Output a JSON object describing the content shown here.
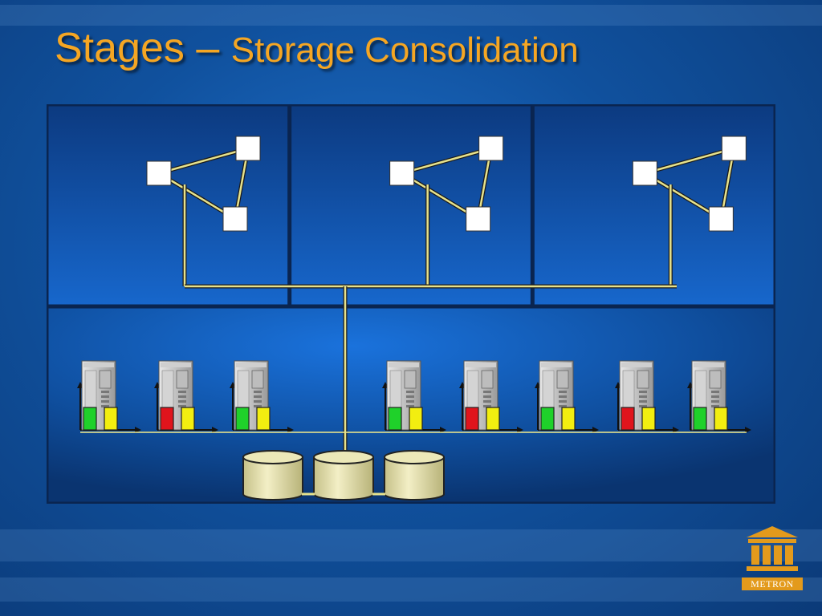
{
  "slide": {
    "title_main": "Stages – ",
    "title_sub": "Storage Consolidation",
    "logo_text": "METRON"
  },
  "colors": {
    "title": "#f5a623",
    "link": "#e6e28c",
    "panel_edge": "#0a2550",
    "status_green": "#1fd12a",
    "status_red": "#e0141c",
    "status_yellow": "#f2ee10",
    "disk": "#ece8b8",
    "logo": "#e39a1c"
  },
  "icons": [
    "network-node-icon",
    "server-tower-icon",
    "status-indicator-icon",
    "storage-disk-icon",
    "axis-arrow-icon",
    "metron-temple-logo"
  ],
  "diagram": {
    "top_panels": 3,
    "nodes_per_panel": 3,
    "servers": [
      {
        "statuses": [
          "green",
          "yellow"
        ]
      },
      {
        "statuses": [
          "red",
          "yellow"
        ]
      },
      {
        "statuses": [
          "green",
          "yellow"
        ]
      },
      {
        "statuses": [
          "green",
          "yellow"
        ]
      },
      {
        "statuses": [
          "red",
          "yellow"
        ]
      },
      {
        "statuses": [
          "green",
          "yellow"
        ]
      },
      {
        "statuses": [
          "red",
          "yellow"
        ]
      },
      {
        "statuses": [
          "green",
          "yellow"
        ]
      }
    ],
    "storage_disks": 3
  }
}
